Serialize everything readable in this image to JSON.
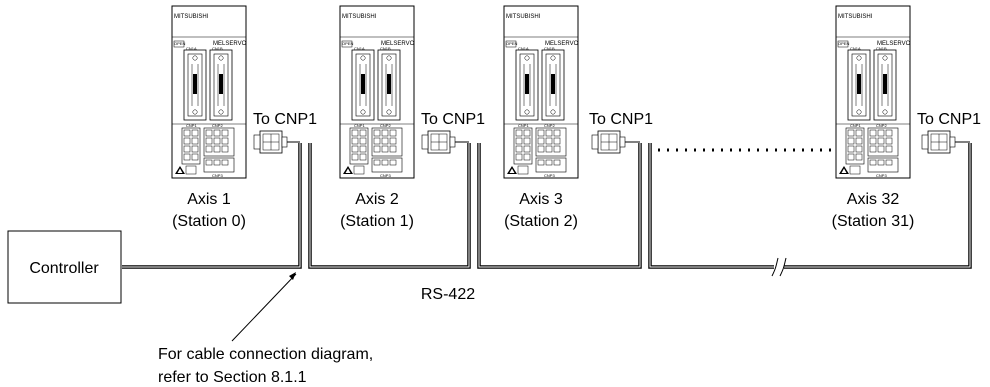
{
  "brand": "MITSUBISHI",
  "product": "MELSERVO",
  "open_label": "OPEN",
  "port_labels": {
    "cn1a": "CN1A",
    "cn1b": "CN1B",
    "cnp1": "CNP1",
    "cnp2": "CNP2",
    "cnp3": "CNP3"
  },
  "connector_label": "To CNP1",
  "axes": [
    {
      "name": "Axis 1",
      "station": "(Station 0)"
    },
    {
      "name": "Axis 2",
      "station": "(Station 1)"
    },
    {
      "name": "Axis 3",
      "station": "(Station 2)"
    },
    {
      "name": "Axis 32",
      "station": "(Station 31)"
    }
  ],
  "controller_label": "Controller",
  "bus_label": "RS-422",
  "note_line1": "For cable connection diagram,",
  "note_line2": "refer to Section 8.1.1",
  "colors": {
    "line": "#000000",
    "background": "#ffffff"
  }
}
